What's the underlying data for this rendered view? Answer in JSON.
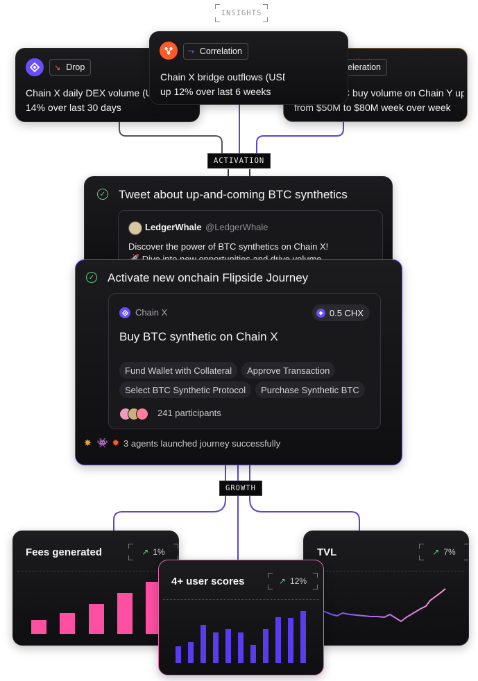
{
  "insights_label": "INSIGHTS",
  "activation_label": "ACTIVATION",
  "growth_label": "GROWTH",
  "signals": [
    {
      "tag": "Drop",
      "tag_icon": "arrow-down-right-icon",
      "text_line1": "Chain X daily DEX volume (US",
      "text_line2": "14% over last 30 days",
      "coin": "chain-x-icon",
      "color": "#6b4cff"
    },
    {
      "tag": "Correlation",
      "tag_icon": "merge-arrow-icon",
      "text_line1": "Chain X bridge outflows (USD)",
      "text_line2": "up 12% over last 6 weeks",
      "coin": "network-icon",
      "color": "#ff5b2b"
    },
    {
      "tag": "Acceleration",
      "tag_icon": "arrow-up-right-icon",
      "text_line1": "Bridged BTC buy volume on Chain Y up",
      "text_line2": "from $50M to $80M week over week",
      "coin": "bitcoin-icon",
      "color": "#f7931a"
    }
  ],
  "tweet_task": {
    "title": "Tweet about up-and-coming BTC synthetics",
    "author": "LedgerWhale",
    "handle": "@LedgerWhale",
    "line1": "Discover the power of BTC synthetics on Chain X!",
    "line2": "🚀 Dive into new opportunities and drive volume"
  },
  "journey_task": {
    "title": "Activate new onchain Flipside Journey",
    "chain": "Chain X",
    "reward": "0.5 CHX",
    "heading": "Buy BTC synthetic on Chain X",
    "steps": [
      "Fund Wallet with Collateral",
      "Approve Transaction",
      "Select BTC Synthetic Protocol",
      "Purchase Synthetic BTC"
    ],
    "participants": "241 participants",
    "agents_status": "3 agents launched journey successfully"
  },
  "metrics": [
    {
      "title": "Fees generated",
      "change": "1%"
    },
    {
      "title": "4+ user scores",
      "change": "12%"
    },
    {
      "title": "TVL",
      "change": "7%"
    }
  ],
  "colors": {
    "accent_purple": "#6b4cff",
    "accent_pink": "#ff4fa3",
    "accent_green": "#5bd07f"
  }
}
